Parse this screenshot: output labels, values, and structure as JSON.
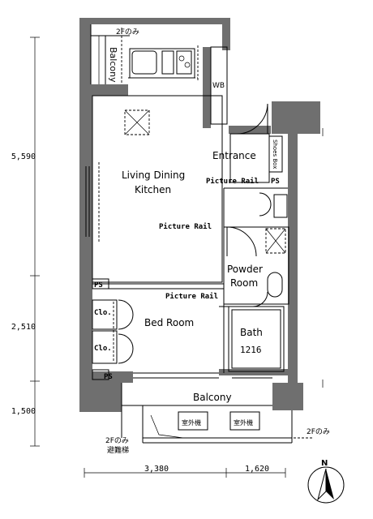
{
  "floor_plan": {
    "rooms": {
      "living_dining_kitchen": [
        "Living Dining",
        "Kitchen"
      ],
      "bed_room": "Bed Room",
      "entrance": "Entrance",
      "powder_room": [
        "Powder",
        "Room"
      ],
      "bath": [
        "Bath",
        "1216"
      ],
      "balcony_bottom": "Balcony",
      "balcony_top": "Balcony"
    },
    "labels": {
      "wb": "WB",
      "picture_rail": "Picture Rail",
      "ps": "PS",
      "closet": "Clo.",
      "shoes_box": "Shoes Box",
      "floor_note": "2Fのみ",
      "floor_note_escape": "2Fのみ",
      "escape_hatch": "避難梯",
      "outdoor_unit": "室外機"
    },
    "dimensions": {
      "vertical": [
        "5,590",
        "2,510",
        "1,500"
      ],
      "horizontal": [
        "3,380",
        "1,620"
      ]
    },
    "north_label": "N"
  }
}
